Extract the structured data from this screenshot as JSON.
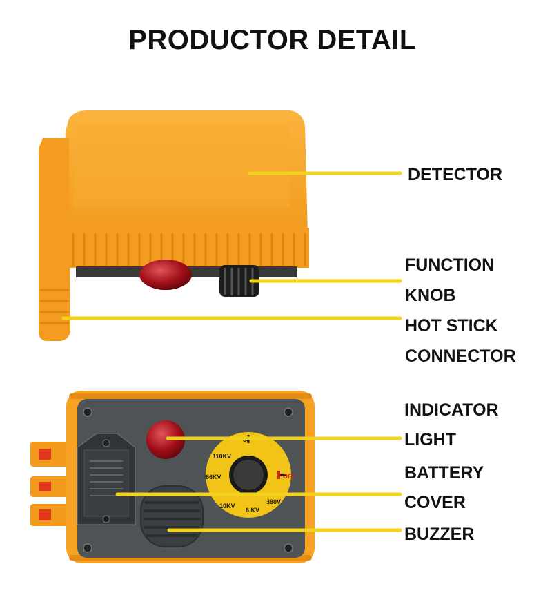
{
  "title": "PRODUCTOR DETAIL",
  "labels": {
    "detector": "DETECTOR",
    "function_knob": [
      "FUNCTION",
      "KNOB"
    ],
    "hot_stick_connector": [
      "HOT STICK",
      "CONNECTOR"
    ],
    "indicator_light": [
      "INDICATOR",
      "LIGHT"
    ],
    "battery_cover": [
      "BATTERY",
      "COVER"
    ],
    "buzzer": "BUZZER"
  },
  "dial": {
    "off": "OFF",
    "marks": [
      "33",
      "110KV",
      "66KV",
      "10KV",
      "6 KV",
      "380V"
    ]
  },
  "colors": {
    "housing": "#f7a223",
    "housing_dark": "#d9851a",
    "panel": "#4e5356",
    "leader_line": "#f2d21b",
    "dial": "#f2c418",
    "indicator": "#b3121c"
  }
}
